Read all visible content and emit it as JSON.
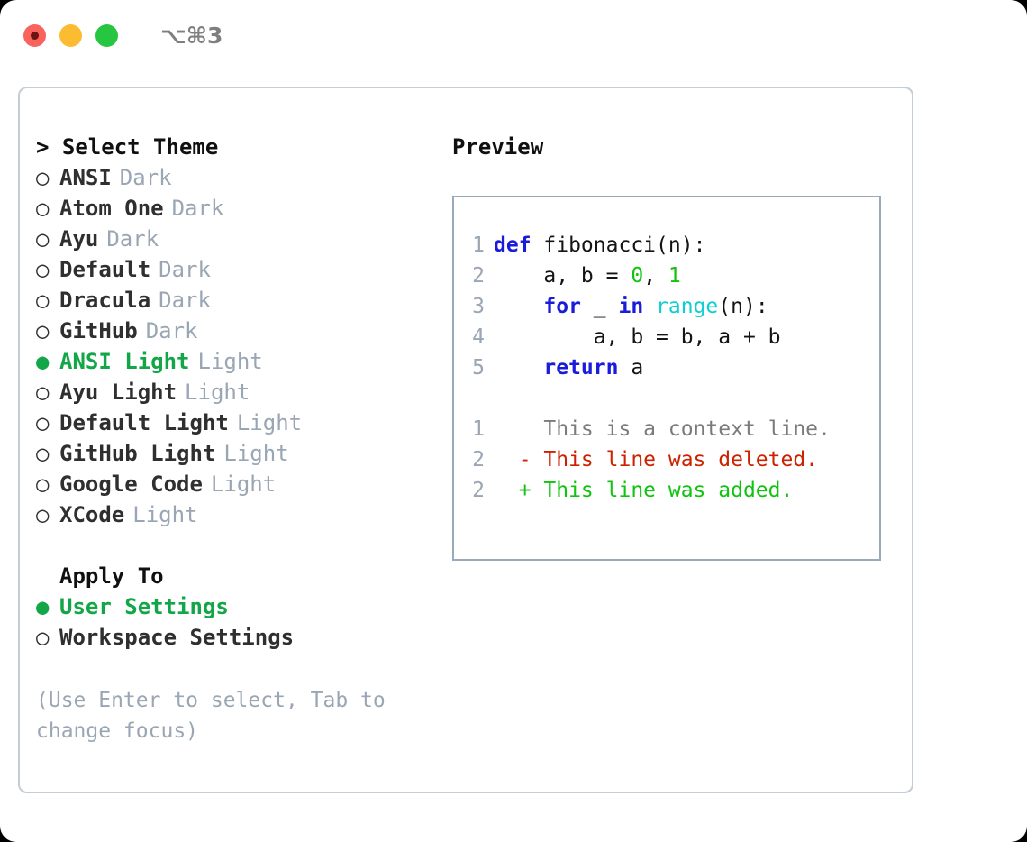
{
  "window": {
    "title": "⌥⌘3",
    "traffic_lights": [
      {
        "name": "close",
        "color": "#fa625d"
      },
      {
        "name": "minimize",
        "color": "#fcbc32"
      },
      {
        "name": "zoom",
        "color": "#26c641"
      }
    ]
  },
  "theme_picker": {
    "header": "> Select Theme",
    "options": [
      {
        "bullet": "○",
        "label": "ANSI",
        "tag": "Dark",
        "selected": false
      },
      {
        "bullet": "○",
        "label": "Atom One",
        "tag": "Dark",
        "selected": false
      },
      {
        "bullet": "○",
        "label": "Ayu",
        "tag": "Dark",
        "selected": false
      },
      {
        "bullet": "○",
        "label": "Default",
        "tag": "Dark",
        "selected": false
      },
      {
        "bullet": "○",
        "label": "Dracula",
        "tag": "Dark",
        "selected": false
      },
      {
        "bullet": "○",
        "label": "GitHub",
        "tag": "Dark",
        "selected": false
      },
      {
        "bullet": "●",
        "label": "ANSI Light",
        "tag": "Light",
        "selected": true
      },
      {
        "bullet": "○",
        "label": "Ayu Light",
        "tag": "Light",
        "selected": false
      },
      {
        "bullet": "○",
        "label": "Default Light",
        "tag": "Light",
        "selected": false
      },
      {
        "bullet": "○",
        "label": "GitHub Light",
        "tag": "Light",
        "selected": false
      },
      {
        "bullet": "○",
        "label": "Google Code",
        "tag": "Light",
        "selected": false
      },
      {
        "bullet": "○",
        "label": "XCode",
        "tag": "Light",
        "selected": false
      }
    ]
  },
  "apply_to": {
    "title": "Apply To",
    "options": [
      {
        "bullet": "●",
        "label": "User Settings",
        "tag": "",
        "selected": true
      },
      {
        "bullet": "○",
        "label": "Workspace Settings",
        "tag": "",
        "selected": false
      }
    ]
  },
  "hint": "(Use Enter to select, Tab to change focus)",
  "preview": {
    "title": "Preview",
    "code_lines": [
      {
        "num": "1",
        "tokens": [
          {
            "t": "def",
            "k": "kw"
          },
          {
            "t": " fibonacci(",
            "k": "plain"
          },
          {
            "t": "n",
            "k": "plain"
          },
          {
            "t": "):",
            "k": "plain"
          }
        ]
      },
      {
        "num": "2",
        "tokens": [
          {
            "t": "    a, b = ",
            "k": "plain"
          },
          {
            "t": "0",
            "k": "num"
          },
          {
            "t": ", ",
            "k": "plain"
          },
          {
            "t": "1",
            "k": "num"
          }
        ]
      },
      {
        "num": "3",
        "tokens": [
          {
            "t": "    ",
            "k": "plain"
          },
          {
            "t": "for",
            "k": "kw"
          },
          {
            "t": " _ ",
            "k": "plain"
          },
          {
            "t": "in",
            "k": "kw"
          },
          {
            "t": " ",
            "k": "plain"
          },
          {
            "t": "range",
            "k": "fn"
          },
          {
            "t": "(n):",
            "k": "plain"
          }
        ]
      },
      {
        "num": "4",
        "tokens": [
          {
            "t": "        a, b = b, a + b",
            "k": "plain"
          }
        ]
      },
      {
        "num": "5",
        "tokens": [
          {
            "t": "    ",
            "k": "plain"
          },
          {
            "t": "return",
            "k": "kw"
          },
          {
            "t": " a",
            "k": "plain"
          }
        ]
      }
    ],
    "diff_lines": [
      {
        "num": "1",
        "marker": " ",
        "text": "This is a context line.",
        "kind": "ctx"
      },
      {
        "num": "2",
        "marker": "-",
        "text": "This line was deleted.",
        "kind": "del"
      },
      {
        "num": "2",
        "marker": "+",
        "text": "This line was added.",
        "kind": "add"
      }
    ]
  },
  "colors": {
    "accent_green": "#13a648",
    "muted": "#9aa6b4",
    "keyword_blue": "#1b1bdc",
    "function_cyan": "#0dcfd2",
    "number_green": "#10c310",
    "diff_delete_red": "#cc2200",
    "diff_add_green": "#10c310",
    "card_border": "#c4cdd6",
    "preview_border": "#9aaabb"
  }
}
